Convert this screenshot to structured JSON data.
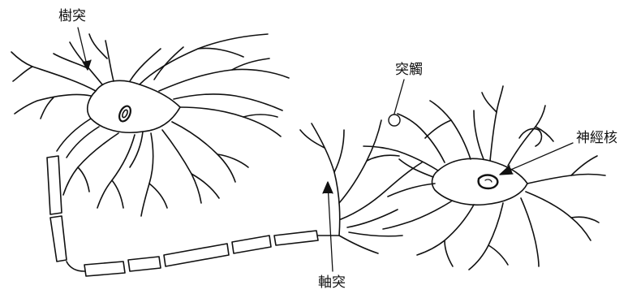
{
  "labels": {
    "dendrite": "樹突",
    "synapse": "突觸",
    "nucleus": "神經核",
    "axon": "軸突"
  },
  "colors": {
    "ink": "#111111",
    "background": "#ffffff"
  }
}
